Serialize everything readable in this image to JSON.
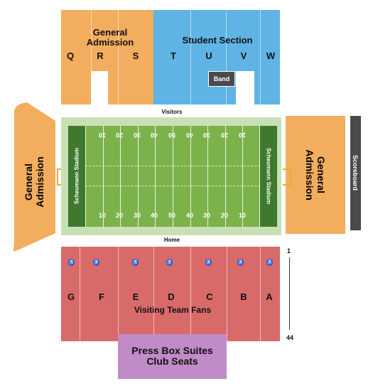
{
  "north_sections": {
    "general_admission": "General\nAdmission",
    "student_section": "Student Section",
    "band": "Band",
    "letters": [
      "Q",
      "R",
      "S",
      "T",
      "U",
      "V",
      "W"
    ]
  },
  "field": {
    "visitors": "Visitors",
    "home": "Home",
    "endzone_left": "Scheumann Stadium",
    "endzone_right": "Scheumann Stadium",
    "yard_numbers": [
      "10",
      "20",
      "30",
      "40",
      "50",
      "40",
      "30",
      "20",
      "10"
    ],
    "field_color": "#7cb24a",
    "endzone_color": "#3d7a2e"
  },
  "west_end": {
    "label": "General\nAdmission"
  },
  "east_end": {
    "label": "General\nAdmission"
  },
  "scoreboard": {
    "label": "Scoreboard"
  },
  "south_sections": {
    "letters": [
      "G",
      "F",
      "E",
      "D",
      "C",
      "B",
      "A"
    ],
    "visiting_fans": "Visiting Team Fans",
    "row_first": "1",
    "row_last": "44",
    "accessible_icon": "wheelchair-icon"
  },
  "press_box": {
    "label": "Press Box Suites\nClub Seats"
  },
  "colors": {
    "general_admission": "#f2ad5e",
    "student": "#5fb4e5",
    "reserved": "#d96a6a",
    "press_box": "#c08bc7",
    "field_border": "#c9e0b6"
  }
}
